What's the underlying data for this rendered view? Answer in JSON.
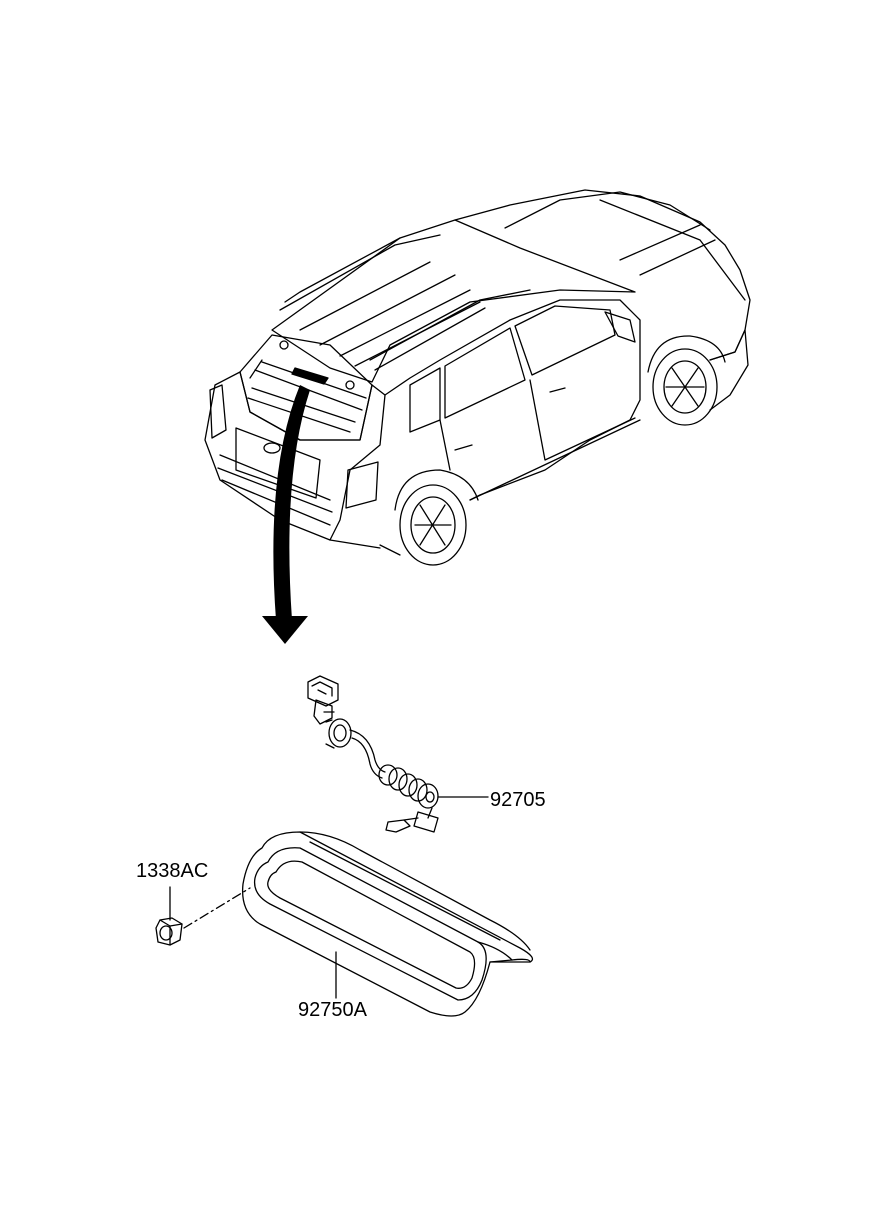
{
  "diagram": {
    "parts": [
      {
        "id": "92705",
        "label": "92705",
        "description_icon": "wiring-harness-icon"
      },
      {
        "id": "1338AC",
        "label": "1338AC",
        "description_icon": "hex-nut-icon"
      },
      {
        "id": "92750A",
        "label": "92750A",
        "description_icon": "high-mount-stop-lamp-icon"
      }
    ],
    "line_color": "#000000",
    "background_color": "#ffffff"
  }
}
